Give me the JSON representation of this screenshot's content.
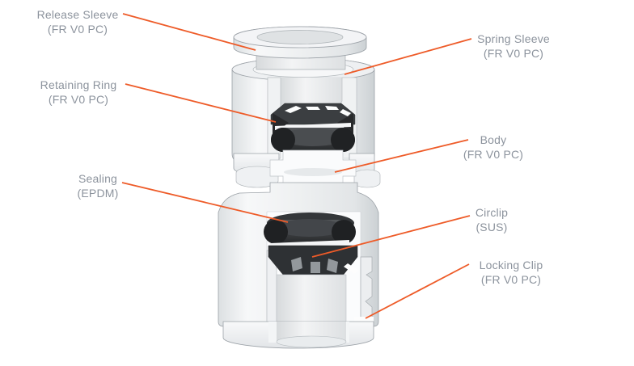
{
  "colors": {
    "leader_line": "#EE5B28",
    "label_text": "#8C939D",
    "background": "#FFFFFF",
    "metal_light": "#F4F6F7",
    "metal_shadow": "#D9DCDE",
    "rubber_dark": "#2E3134"
  },
  "diagram": {
    "labels": [
      {
        "name": "Release Sleeve",
        "material": "(FR V0 PC)",
        "side": "left"
      },
      {
        "name": "Spring Sleeve",
        "material": "(FR V0 PC)",
        "side": "right"
      },
      {
        "name": "Retaining Ring",
        "material": "(FR V0 PC)",
        "side": "left"
      },
      {
        "name": "Body",
        "material": "(FR V0 PC)",
        "side": "right"
      },
      {
        "name": "Sealing",
        "material": "(EPDM)",
        "side": "left"
      },
      {
        "name": "Circlip",
        "material": "(SUS)",
        "side": "right"
      },
      {
        "name": "Locking Clip",
        "material": "(FR V0 PC)",
        "side": "right"
      }
    ]
  }
}
